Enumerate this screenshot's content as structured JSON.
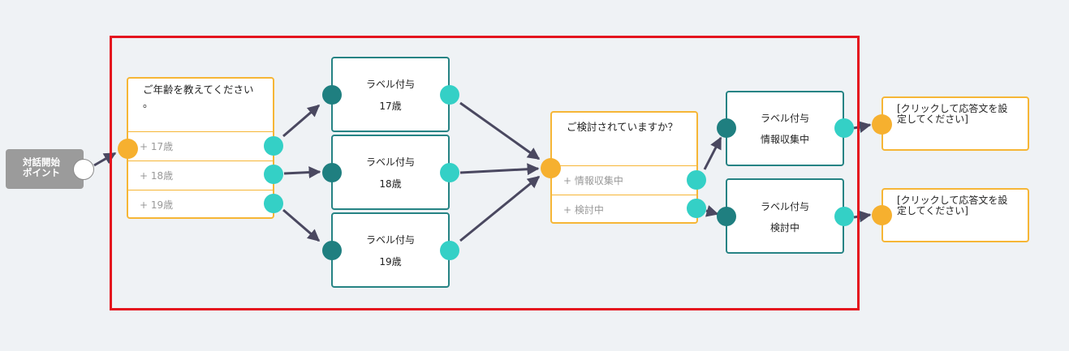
{
  "start": {
    "line1": "対話開始",
    "line2": "ポイント"
  },
  "question1": {
    "title_line1": "ご年齢を教えてください",
    "title_line2": "。",
    "options": [
      "+ 17歳",
      "+ 18歳",
      "+ 19歳"
    ]
  },
  "labels": [
    {
      "title": "ラベル付与",
      "value": "17歳"
    },
    {
      "title": "ラベル付与",
      "value": "18歳"
    },
    {
      "title": "ラベル付与",
      "value": "19歳"
    }
  ],
  "question2": {
    "title": "ご検討されていますか？",
    "options": [
      "+ 情報収集中",
      "+ 検討中"
    ]
  },
  "labels2": [
    {
      "title": "ラベル付与",
      "value": "情報収集中"
    },
    {
      "title": "ラベル付与",
      "value": "検討中"
    }
  ],
  "responses": [
    {
      "line1": "[クリックして応答文を設",
      "line2": "定してください]"
    },
    {
      "line1": "[クリックして応答文を設",
      "line2": "定してください]"
    }
  ],
  "colors": {
    "background": "#eff2f5",
    "highlight_frame": "#e4141e",
    "question_border": "#f6b636",
    "label_border": "#268384",
    "connector_in": "#1f7f80",
    "connector_out": "#34d0c6",
    "connector_yellow": "#f6b02f",
    "edge": "#4a4860"
  }
}
